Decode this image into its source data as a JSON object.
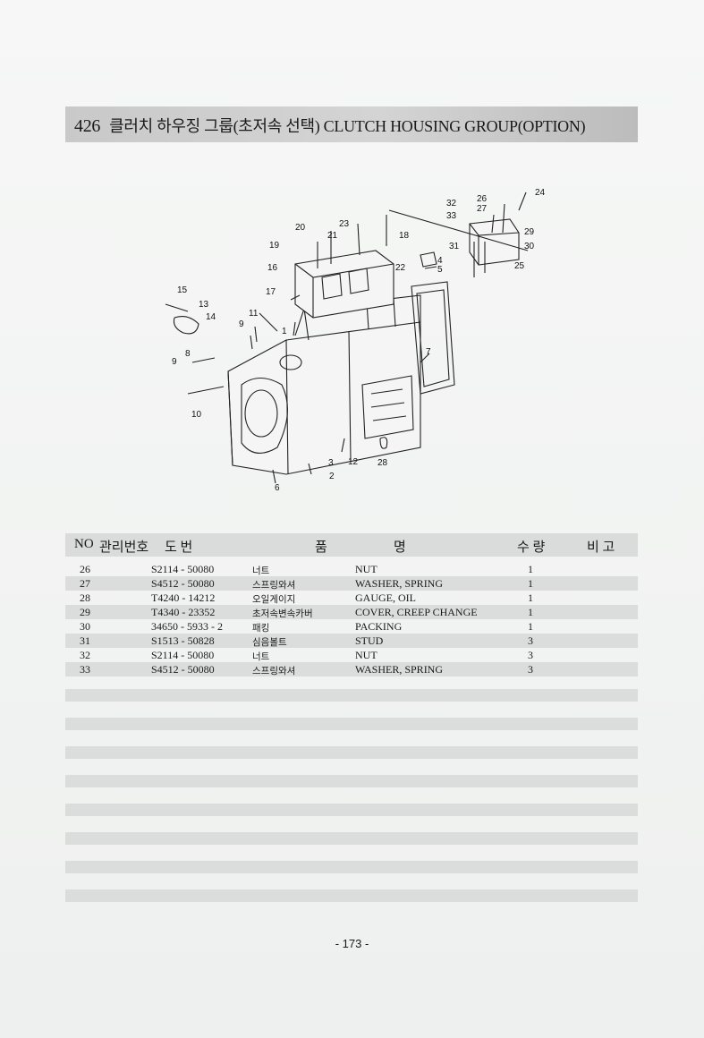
{
  "header": {
    "group_no": "426",
    "title": "클러치 하우징 그룹(초저속 선택) CLUTCH HOUSING GROUP(OPTION)"
  },
  "diagram": {
    "callouts": [
      "1",
      "2",
      "3",
      "4",
      "5",
      "6",
      "7",
      "8",
      "9",
      "9",
      "10",
      "11",
      "12",
      "13",
      "14",
      "15",
      "16",
      "17",
      "18",
      "19",
      "20",
      "21",
      "22",
      "23",
      "24",
      "25",
      "26",
      "27",
      "28",
      "29",
      "30",
      "31",
      "32",
      "33"
    ]
  },
  "table": {
    "headers": {
      "no": "NO",
      "mgmt_no": "관리번호",
      "drawing_no": "도 번",
      "name_1": "품",
      "name_2": "명",
      "qty": "수 량",
      "remarks": "비 고"
    },
    "rows": [
      {
        "no": "26",
        "part": "S2114 - 50080",
        "kr": "너트",
        "en": "NUT",
        "qty": "1"
      },
      {
        "no": "27",
        "part": "S4512 - 50080",
        "kr": "스프링와셔",
        "en": "WASHER, SPRING",
        "qty": "1"
      },
      {
        "no": "28",
        "part": "T4240 - 14212",
        "kr": "오일게이지",
        "en": "GAUGE, OIL",
        "qty": "1"
      },
      {
        "no": "29",
        "part": "T4340 - 23352",
        "kr": "초저속변속카버",
        "en": "COVER, CREEP CHANGE",
        "qty": "1"
      },
      {
        "no": "30",
        "part": "34650 - 5933 - 2",
        "kr": "패킹",
        "en": "PACKING",
        "qty": "1"
      },
      {
        "no": "31",
        "part": "S1513 - 50828",
        "kr": "심음볼트",
        "en": "STUD",
        "qty": "3"
      },
      {
        "no": "32",
        "part": "S2114 - 50080",
        "kr": "너트",
        "en": "NUT",
        "qty": "3"
      },
      {
        "no": "33",
        "part": "S4512 - 50080",
        "kr": "스프링와셔",
        "en": "WASHER, SPRING",
        "qty": "3"
      }
    ]
  },
  "footer": {
    "page_number": "- 173 -"
  }
}
